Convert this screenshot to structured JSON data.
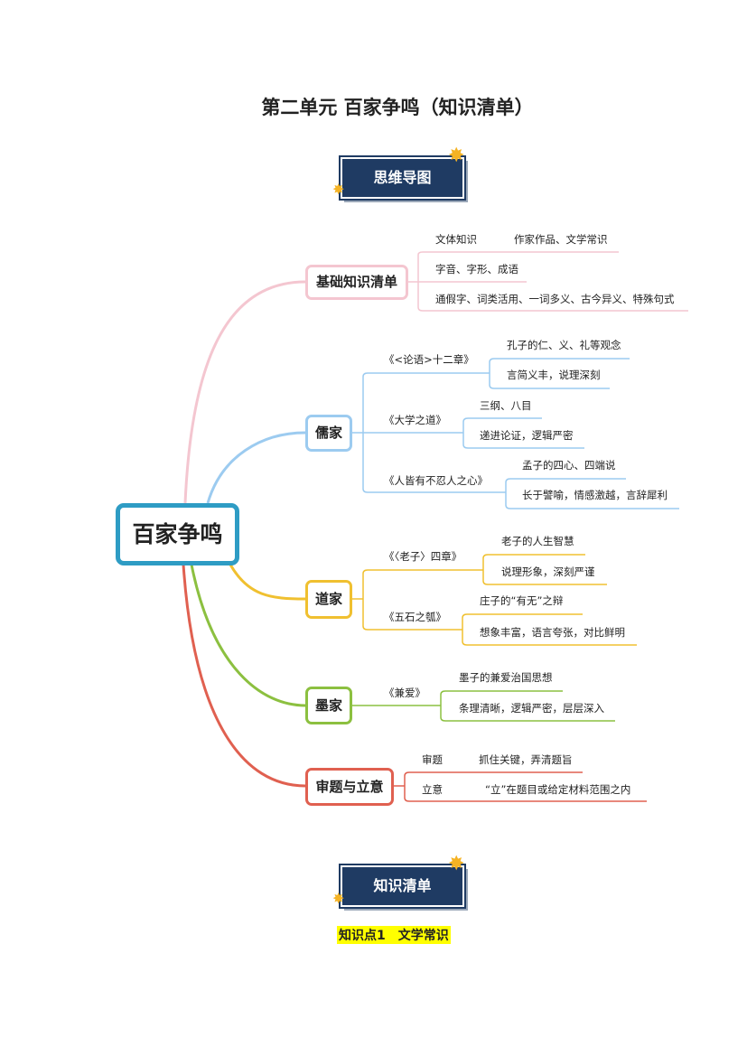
{
  "title": "第二单元 百家争鸣（知识清单）",
  "badges": {
    "mindmap": "思维导图",
    "list": "知识清单"
  },
  "root": "百家争鸣",
  "branches": {
    "basic": {
      "label": "基础知识清单",
      "items": [
        "文体知识",
        "作家作品、文学常识",
        "字音、字形、成语",
        "通假字、词类活用、一词多义、古今异义、特殊句式"
      ],
      "color": "#f4c6d0"
    },
    "ru": {
      "label": "儒家",
      "color": "#9ccbf0",
      "children": [
        {
          "label": "《<论语>十二章》",
          "items": [
            "孔子的仁、义、礼等观念",
            "言简义丰，说理深刻"
          ]
        },
        {
          "label": "《大学之道》",
          "items": [
            "三纲、八目",
            "递进论证，逻辑严密"
          ]
        },
        {
          "label": "《人皆有不忍人之心》",
          "items": [
            "孟子的四心、四端说",
            "长于譬喻，情感激越，言辞犀利"
          ]
        }
      ]
    },
    "dao": {
      "label": "道家",
      "color": "#f0c030",
      "children": [
        {
          "label": "《〈老子〉四章》",
          "items": [
            "老子的人生智慧",
            "说理形象，深刻严谨"
          ]
        },
        {
          "label": "《五石之瓠》",
          "items": [
            "庄子的“有无”之辩",
            "想象丰富，语言夸张，对比鲜明"
          ]
        }
      ]
    },
    "mo": {
      "label": "墨家",
      "color": "#8cc040",
      "children": [
        {
          "label": "《兼爱》",
          "items": [
            "墨子的兼爱治国思想",
            "条理清晰，逻辑严密，层层深入"
          ]
        }
      ]
    },
    "shen": {
      "label": "审题与立意",
      "color": "#e06050",
      "items": [
        "审题",
        "抓住关键，弄清题旨",
        "立意",
        "“立”在题目或给定材料范围之内"
      ]
    }
  },
  "section_heading": "知识点1　文学常识"
}
